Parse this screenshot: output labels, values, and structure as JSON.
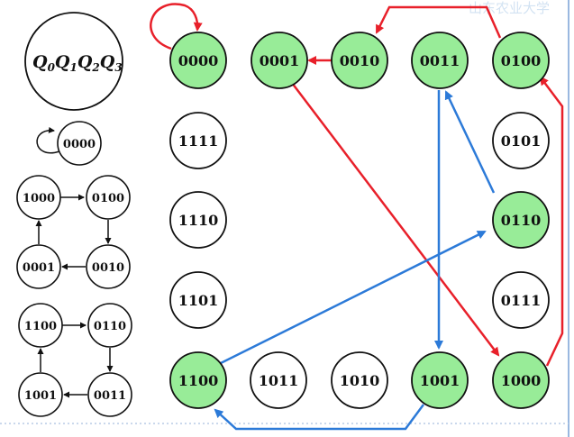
{
  "watermark": "山东农业大学",
  "legend": {
    "main": "Q",
    "subs": [
      "0",
      "1",
      "2",
      "3"
    ]
  },
  "left_states": {
    "self_loop": "0000",
    "cycle_a": [
      "1000",
      "0100",
      "0010",
      "0001"
    ],
    "cycle_b": [
      "1100",
      "0110",
      "0011",
      "1001"
    ]
  },
  "grid_states": {
    "n0000": "0000",
    "n0001": "0001",
    "n0010": "0010",
    "n0011": "0011",
    "n0100": "0100",
    "n1111": "1111",
    "n0101": "0101",
    "n1110": "1110",
    "n0110": "0110",
    "n1101": "1101",
    "n0111": "0111",
    "n1100": "1100",
    "n1011": "1011",
    "n1010": "1010",
    "n1001": "1001",
    "n1000": "1000"
  },
  "highlighted": [
    "0000",
    "0001",
    "0010",
    "0011",
    "0100",
    "0110",
    "1100",
    "1001",
    "1000"
  ],
  "colors": {
    "highlight_fill": "#98ec98",
    "red_arrow": "#e8202a",
    "blue_arrow": "#2c7ad8",
    "outline": "#111111"
  }
}
